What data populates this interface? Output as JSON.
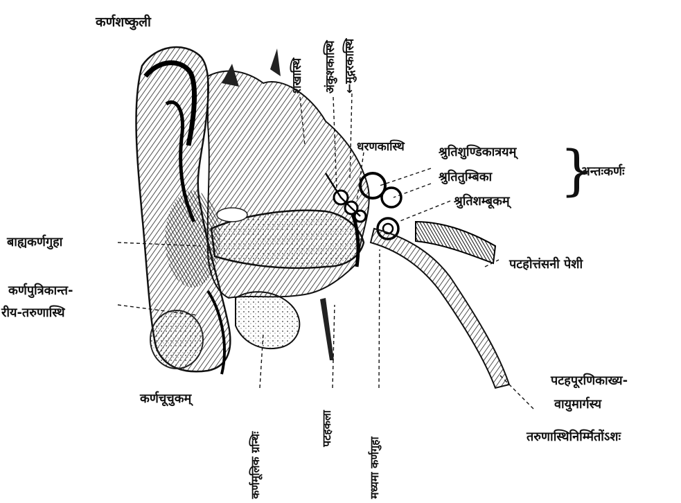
{
  "diagram": {
    "labels": {
      "karnashashkuli": "कर्णशष्कुली",
      "shankhasthi": "शंखास्थि",
      "ankushakasthi": "अंकुशकास्थि",
      "mudgarakasthi": "←मुद्गरकास्थि",
      "dharanakasthi": "धरणकास्थि",
      "shrutishundika": "श्रुतिशुण्डिकात्रयम्",
      "shrututumbika": "श्रुतितुम्बिका",
      "shrutishambuka": "श्रुतिशम्बूकम्",
      "antahkarna": "अन्तःकर्णः",
      "bahyakarnaguha": "बाह्यकर्णगुहा",
      "karnaputrika_1": "कर्णपुत्रिकान्त-",
      "karnaputrika_2": "रीय-तरुणास्थि",
      "patahottansani": "पटहोत्तंसनी पेशी",
      "karnachuchuka": "कर्णचूचुकम्",
      "karnamulika": "कर्णमूलिक ग्रन्थिः",
      "patahakala": "पटहकला",
      "madhyama": "मध्यमा कर्णगुहा",
      "patahapurana_1": "पटहपूरणिकाख्य-",
      "patahapurana_2": "वायुमार्गस्य",
      "patahapurana_3": "तरुणास्थिनिर्म्मितोंऽशः"
    }
  }
}
